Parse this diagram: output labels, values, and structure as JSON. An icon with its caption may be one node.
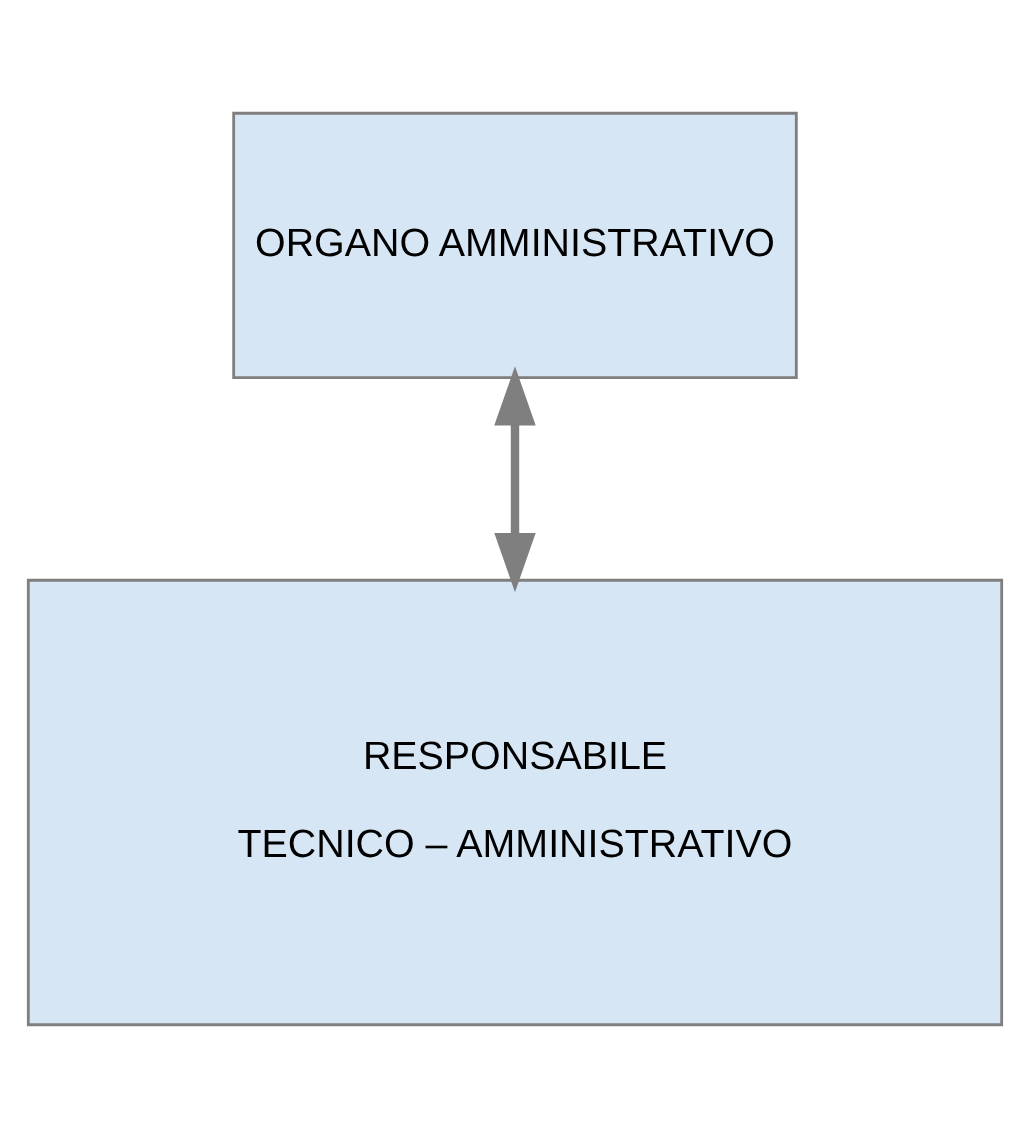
{
  "diagram": {
    "nodes": [
      {
        "text": [
          "ORGANO AMMINISTRATIVO"
        ]
      },
      {
        "text": [
          "RESPONSABILE",
          "TECNICO – AMMINISTRATIVO"
        ]
      }
    ],
    "edges": [
      {
        "from": 0,
        "to": 1,
        "arrow": "both"
      }
    ]
  }
}
